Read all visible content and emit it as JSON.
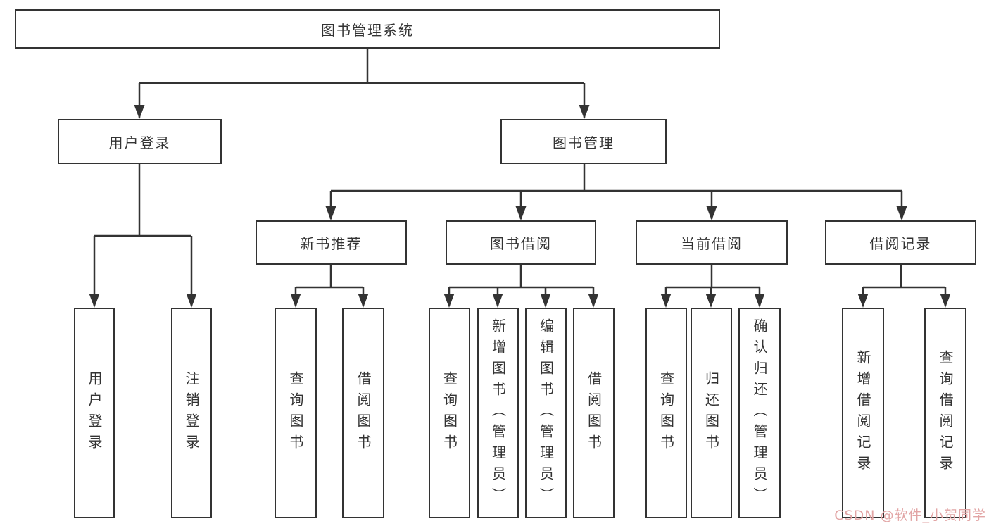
{
  "diagram": {
    "root": {
      "label": "图书管理系统"
    },
    "branches": [
      {
        "label": "用户登录",
        "children": [
          {
            "label": "用户登录"
          },
          {
            "label": "注销登录"
          }
        ]
      },
      {
        "label": "图书管理",
        "children": [
          {
            "label": "新书推荐",
            "children": [
              {
                "label": "查询图书"
              },
              {
                "label": "借阅图书"
              }
            ]
          },
          {
            "label": "图书借阅",
            "children": [
              {
                "label": "查询图书"
              },
              {
                "label": "新增图书（管理员）"
              },
              {
                "label": "编辑图书（管理员）"
              },
              {
                "label": "借阅图书"
              }
            ]
          },
          {
            "label": "当前借阅",
            "children": [
              {
                "label": "查询图书"
              },
              {
                "label": "归还图书"
              },
              {
                "label": "确认归还（管理员）"
              }
            ]
          },
          {
            "label": "借阅记录",
            "children": [
              {
                "label": "新增借阅记录"
              },
              {
                "label": "查询借阅记录"
              }
            ]
          }
        ]
      }
    ]
  },
  "watermark": {
    "text": "CSDN @软件_小贺同学"
  },
  "colors": {
    "line": "#333333",
    "box_border": "#333333",
    "text": "#333333",
    "background": "#ffffff",
    "watermark": "#e2a5a5"
  }
}
